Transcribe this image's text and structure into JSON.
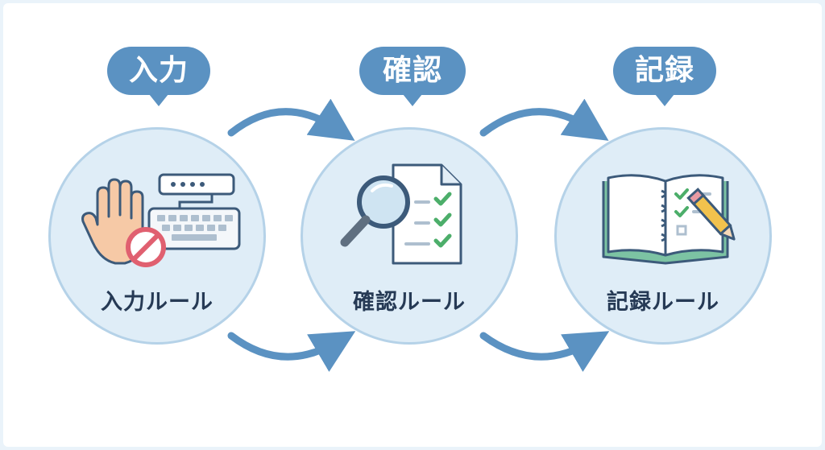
{
  "steps": [
    {
      "bubble": "入力",
      "label": "入力ルール",
      "icon": "hand-keyboard-prohibited-icon"
    },
    {
      "bubble": "確認",
      "label": "確認ルール",
      "icon": "magnifier-checklist-icon"
    },
    {
      "bubble": "記録",
      "label": "記録ルール",
      "icon": "notebook-pencil-icon"
    }
  ],
  "colors": {
    "bubble": "#5b92c2",
    "circle_fill": "#dfedf7",
    "circle_border": "#b5d2e8",
    "arrow": "#5b92c2",
    "check": "#4cae6a",
    "prohibit": "#e06070",
    "label": "#263a55"
  }
}
